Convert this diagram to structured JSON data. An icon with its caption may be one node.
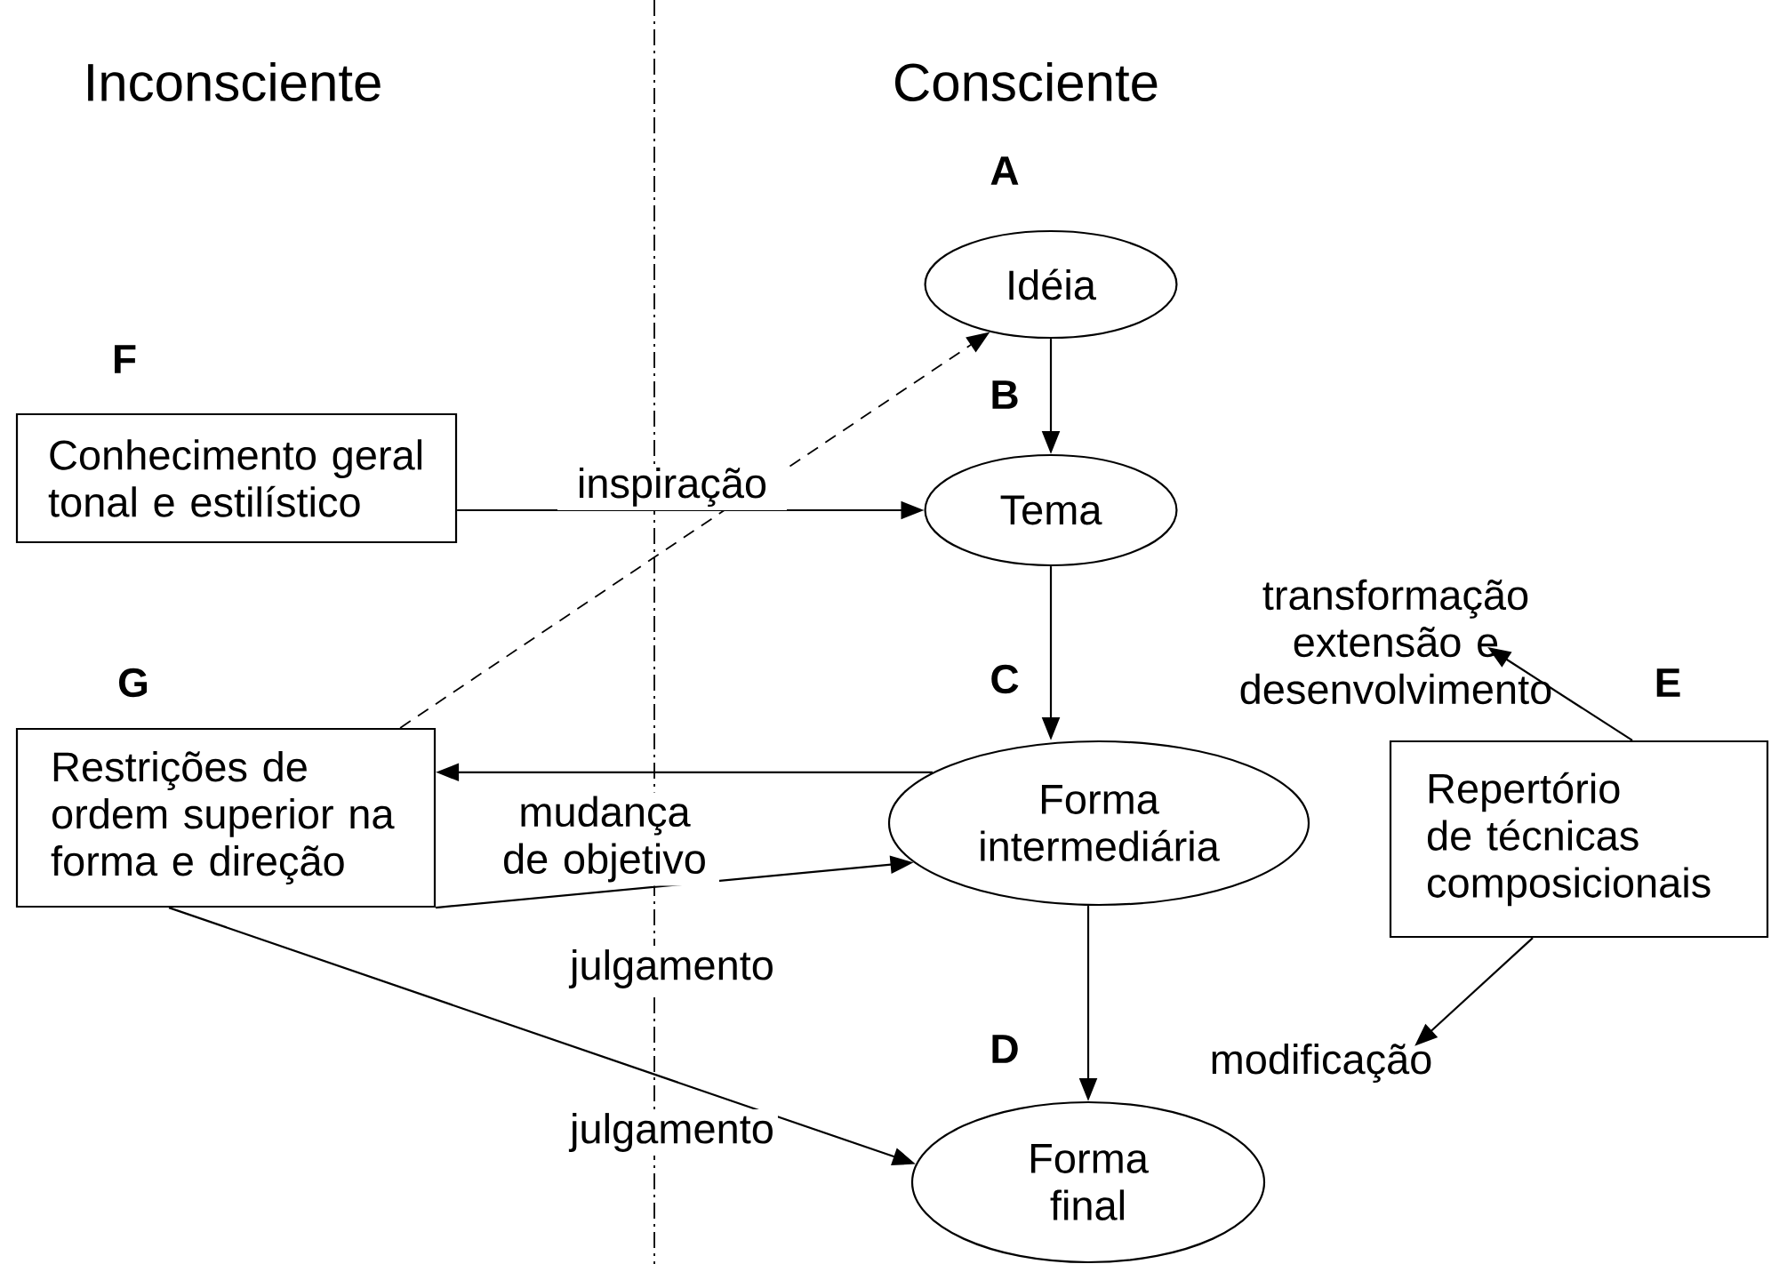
{
  "diagram": {
    "nodes": [
      {
        "text": [
          "Idéia"
        ],
        "beside": [
          "A"
        ]
      },
      {
        "text": [
          "Tema"
        ],
        "beside": [
          "B"
        ]
      },
      {
        "text": [
          "Forma intermediária"
        ],
        "beside": [
          "C"
        ]
      },
      {
        "text": [
          "Forma final"
        ],
        "beside": [
          "D"
        ]
      },
      {
        "text": [
          "Conhecimento geral tonal e estilístico"
        ],
        "beside": [
          "F"
        ]
      },
      {
        "text": [
          "Restrições de ordem superior na forma e direção"
        ],
        "beside": [
          "G"
        ]
      },
      {
        "text": [
          "Repertório de técnicas composicionais"
        ],
        "beside": [
          "E"
        ]
      },
      {
        "text": [
          "transformação extensão e desenvolvimento"
        ]
      },
      {
        "text": [
          "modificação"
        ]
      }
    ],
    "edges": [
      {
        "from": 0,
        "to": 1,
        "arrow": "to"
      },
      {
        "from": 4,
        "to": 1,
        "arrow": "to",
        "label": "inspiração"
      },
      {
        "from": 5,
        "to": 0,
        "arrow": "to",
        "style": "dashed"
      },
      {
        "from": 1,
        "to": 2,
        "arrow": "to"
      },
      {
        "from": 2,
        "to": 5,
        "arrow": "to"
      },
      {
        "from": 5,
        "to": 2,
        "arrow": "to",
        "label": "mudança de objetivo"
      },
      {
        "from": 5,
        "to": 3,
        "arrow": "to",
        "label": "julgamento"
      },
      {
        "from": 2,
        "to": 3,
        "arrow": "to"
      },
      {
        "from": 6,
        "to": 7,
        "arrow": "to"
      },
      {
        "from": 6,
        "to": 8,
        "arrow": "to"
      }
    ],
    "labels": [
      "Inconsciente",
      "Consciente",
      "julgamento"
    ]
  }
}
